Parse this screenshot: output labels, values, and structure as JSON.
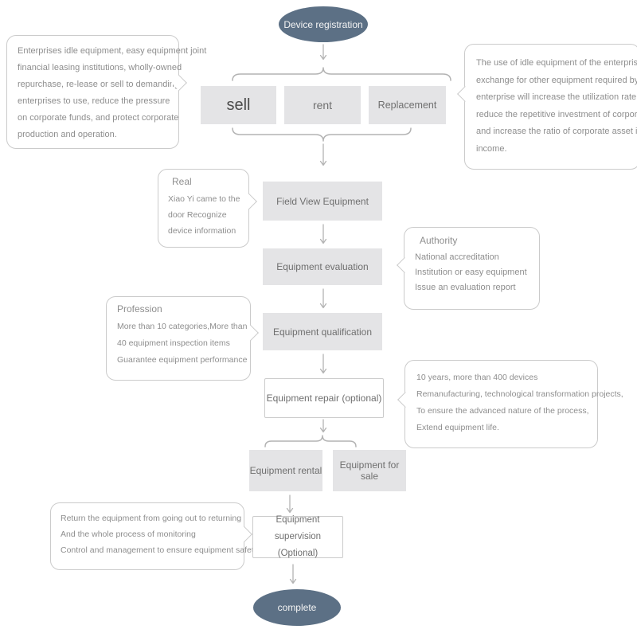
{
  "colors": {
    "node_fill": "#5c7085",
    "node_text": "#f4f4f4",
    "box_fill": "#e4e4e6",
    "box_text": "#6f6f6f",
    "sell_text": "#4c4c4c",
    "border": "#cbcbcb",
    "connector": "#b3b3b3",
    "note_text": "#8e8e8e"
  },
  "flow": {
    "start_label": "Device registration",
    "options": {
      "sell": "sell",
      "rent": "rent",
      "replacement": "Replacement"
    },
    "steps": {
      "field_view": "Field View Equipment",
      "evaluation": "Equipment evaluation",
      "qualification": "Equipment qualification",
      "repair": "Equipment repair (optional)"
    },
    "outputs": {
      "rental": "Equipment  rental",
      "for_sale": "Equipment for sale"
    },
    "supervision": {
      "line1": "Equipment supervision",
      "line2": "(Optional)"
    },
    "end_label": "complete"
  },
  "callouts": {
    "options_left_note": {
      "lines": [
        "Enterprises idle equipment, easy equipment joint",
        "financial leasing institutions, wholly-owned",
        "repurchase, re-lease or sell to demanding",
        "enterprises to use, reduce the pressure",
        "on corporate funds, and protect corporate",
        "production and operation."
      ]
    },
    "options_right_note": {
      "lines": [
        "The use of idle equipment of the enterprise in",
        "exchange for other equipment required by the",
        "enterprise will increase the utilization rate of assets,",
        "reduce the repetitive investment of corporate assets,",
        "and increase the ratio of corporate asset investment",
        "income."
      ]
    },
    "real": {
      "title": "Real",
      "lines": [
        "Xiao Yi came to the",
        "door  Recognize",
        "device information"
      ]
    },
    "authority": {
      "title": "Authority",
      "lines": [
        "National accreditation",
        "Institution or easy equipment",
        "Issue an evaluation report"
      ]
    },
    "profession": {
      "title": "Profession",
      "lines": [
        "More than 10 categories,More than",
        "40  equipment inspection items",
        "Guarantee equipment performance"
      ]
    },
    "repair_note": {
      "lines": [
        "10 years, more than 400 devices",
        "Remanufacturing, technological transformation projects,",
        "To ensure the advanced nature of the process,",
        "Extend equipment life."
      ]
    },
    "supervision_note": {
      "lines": [
        "Return the equipment from going out to returning",
        "And the whole process of monitoring",
        "Control and management to ensure equipment safety"
      ]
    }
  }
}
